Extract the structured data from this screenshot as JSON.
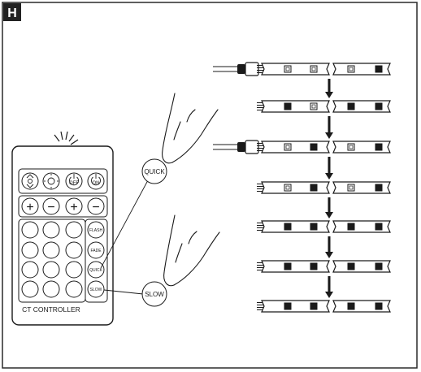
{
  "section_label": "H",
  "remote": {
    "name": "CT CONTROLLER",
    "top_buttons": [
      {
        "icon": "brightness-up-down-icon",
        "label": ""
      },
      {
        "icon": "brightness-sun-icon",
        "label": ""
      },
      {
        "icon": "power-icon",
        "label": "OFF"
      },
      {
        "icon": "power-icon",
        "label": "ON"
      }
    ],
    "second_row": [
      "+",
      "−",
      "+",
      "−"
    ],
    "mode_buttons": [
      "FLASH",
      "FADE",
      "QUICK",
      "SLOW"
    ]
  },
  "callouts": {
    "quick": "QUICK",
    "slow": "SLOW"
  },
  "strip_pattern": [
    {
      "has_connector_plug": true,
      "led_fill": [
        "light",
        "light",
        "light",
        "dark"
      ]
    },
    {
      "has_connector_plug": false,
      "led_fill": [
        "dark",
        "light",
        "dark",
        "dark"
      ]
    },
    {
      "has_connector_plug": true,
      "led_fill": [
        "light",
        "dark",
        "light",
        "dark"
      ]
    },
    {
      "has_connector_plug": false,
      "led_fill": [
        "light",
        "dark",
        "light",
        "dark"
      ]
    },
    {
      "has_connector_plug": false,
      "led_fill": [
        "dark",
        "dark",
        "dark",
        "dark"
      ]
    },
    {
      "has_connector_plug": false,
      "led_fill": [
        "dark",
        "dark",
        "dark",
        "dark"
      ]
    },
    {
      "has_connector_plug": false,
      "led_fill": [
        "dark",
        "dark",
        "dark",
        "dark"
      ]
    }
  ],
  "colors": {
    "line": "#1a1a1a",
    "led_dark": "#1a1a1a",
    "led_light": "#ffffff",
    "frame": "#2a2a2a",
    "badge_bg": "#222222",
    "badge_text": "#ffffff"
  }
}
